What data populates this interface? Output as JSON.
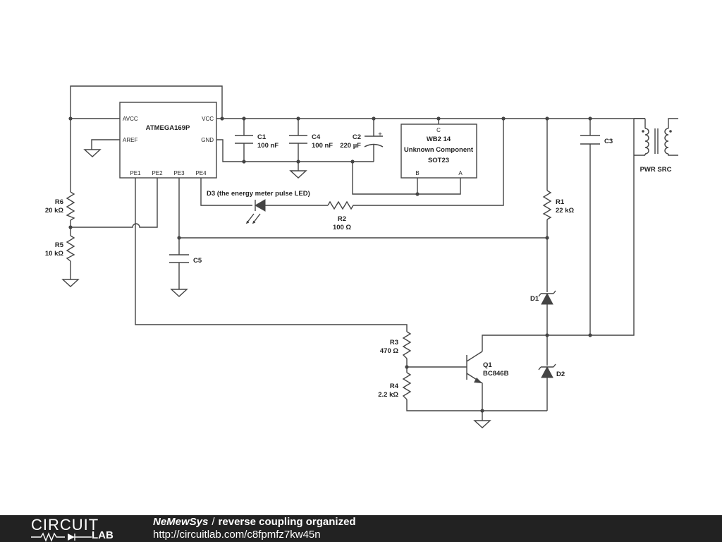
{
  "schematic": {
    "mcu": {
      "name": "ATMEGA169P",
      "pins": {
        "avcc": "AVCC",
        "aref": "AREF",
        "vcc": "VCC",
        "gnd": "GND",
        "pe1": "PE1",
        "pe2": "PE2",
        "pe3": "PE3",
        "pe4": "PE4"
      }
    },
    "wb2": {
      "name": "WB2 14",
      "desc": "Unknown Component",
      "package": "SOT23",
      "pin_c": "C",
      "pin_b": "B",
      "pin_a": "A"
    },
    "components": {
      "c1_name": "C1",
      "c1_value": "100 nF",
      "c4_name": "C4",
      "c4_value": "100 nF",
      "c2_name": "C2",
      "c2_value": "220 µF",
      "c2_plus": "+",
      "c3_name": "C3",
      "c5_name": "C5",
      "r1_name": "R1",
      "r1_value": "22 kΩ",
      "r2_name": "R2",
      "r2_value": "100 Ω",
      "r3_name": "R3",
      "r3_value": "470 Ω",
      "r4_name": "R4",
      "r4_value": "2.2 kΩ",
      "r5_name": "R5",
      "r5_value": "10 kΩ",
      "r6_name": "R6",
      "r6_value": "20 kΩ",
      "d1_name": "D1",
      "d2_name": "D2",
      "d3_label": "D3 (the energy meter pulse LED)",
      "q1_name": "Q1",
      "q1_value": "BC846B",
      "pwr_label": "PWR SRC"
    }
  },
  "footer": {
    "logo_top": "CIRCUIT",
    "logo_bottom": "LAB",
    "author": "NeMewSys",
    "separator": "/",
    "title": "reverse coupling organized",
    "url": "http://circuitlab.com/c8fpmfz7kw45n"
  },
  "colors": {
    "wire": "#444444",
    "footer_bg": "#222222",
    "footer_text": "#ffffff"
  }
}
